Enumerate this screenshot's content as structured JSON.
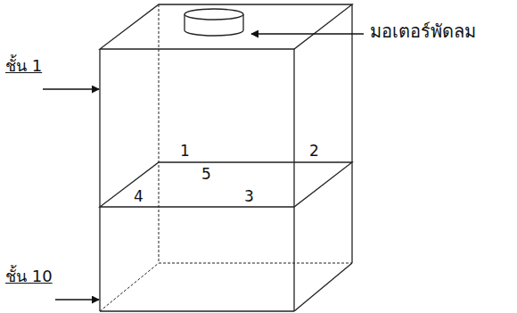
{
  "diagram": {
    "labels": [
      "มอเตอร์พัดลม",
      "ชั้น 1",
      "ชั้น 10",
      "1",
      "2",
      "5",
      "4",
      "3"
    ]
  }
}
